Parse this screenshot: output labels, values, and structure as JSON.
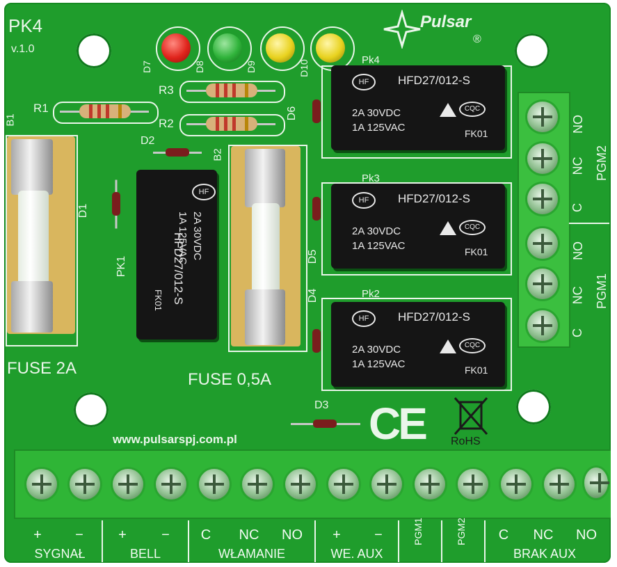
{
  "board": {
    "model": "PK4",
    "version": "v.1.0",
    "brand": "Pulsar",
    "registered": "®",
    "website": "www.pulsarspj.com.pl",
    "fuse_left": "FUSE 2A",
    "fuse_right": "FUSE 0,5A",
    "ce_mark": "CE",
    "rohs": "RoHS"
  },
  "designators": {
    "b1": "B1",
    "b2": "B2",
    "r1": "R1",
    "r2": "R2",
    "r3": "R3",
    "d1": "D1",
    "d2": "D2",
    "d3": "D3",
    "d4": "D4",
    "d5": "D5",
    "d6": "D6",
    "d7": "D7",
    "d8": "D8",
    "d9": "D9",
    "d10": "D10",
    "pk1": "PK1",
    "pk2": "Pk2",
    "pk3": "Pk3",
    "pk4": "Pk4"
  },
  "relays": {
    "part": "HFD27/012-S",
    "spec1": "2A 30VDC",
    "spec2": "1A 125VAC",
    "code": "FK01",
    "logo": "HF",
    "cert": "CQC"
  },
  "leds": [
    {
      "name": "D7",
      "color": "#e0241c"
    },
    {
      "name": "D8",
      "color": "#2fb33a"
    },
    {
      "name": "D9",
      "color": "#e8d21e"
    },
    {
      "name": "D10",
      "color": "#e8d21e"
    }
  ],
  "side_terminals": {
    "labels_pgm2": [
      "NO",
      "NC",
      "C"
    ],
    "labels_pgm1": [
      "NO",
      "NC",
      "C"
    ],
    "group_pgm2": "PGM2",
    "group_pgm1": "PGM1"
  },
  "bottom_terminals": {
    "pins": [
      "+",
      "−",
      "+",
      "−",
      "C",
      "NC",
      "NO",
      "+",
      "−",
      "PGM1",
      "PGM2",
      "C",
      "NC",
      "NO"
    ],
    "groups": [
      "SYGNAŁ",
      "BELL",
      "WŁAMANIE",
      "WE. AUX",
      "",
      "BRAK AUX"
    ]
  },
  "colors": {
    "pcb": "#1f9d2c",
    "terminal": "#3bbf3f",
    "relay": "#151515",
    "silkscreen": "#eaf6ea"
  }
}
